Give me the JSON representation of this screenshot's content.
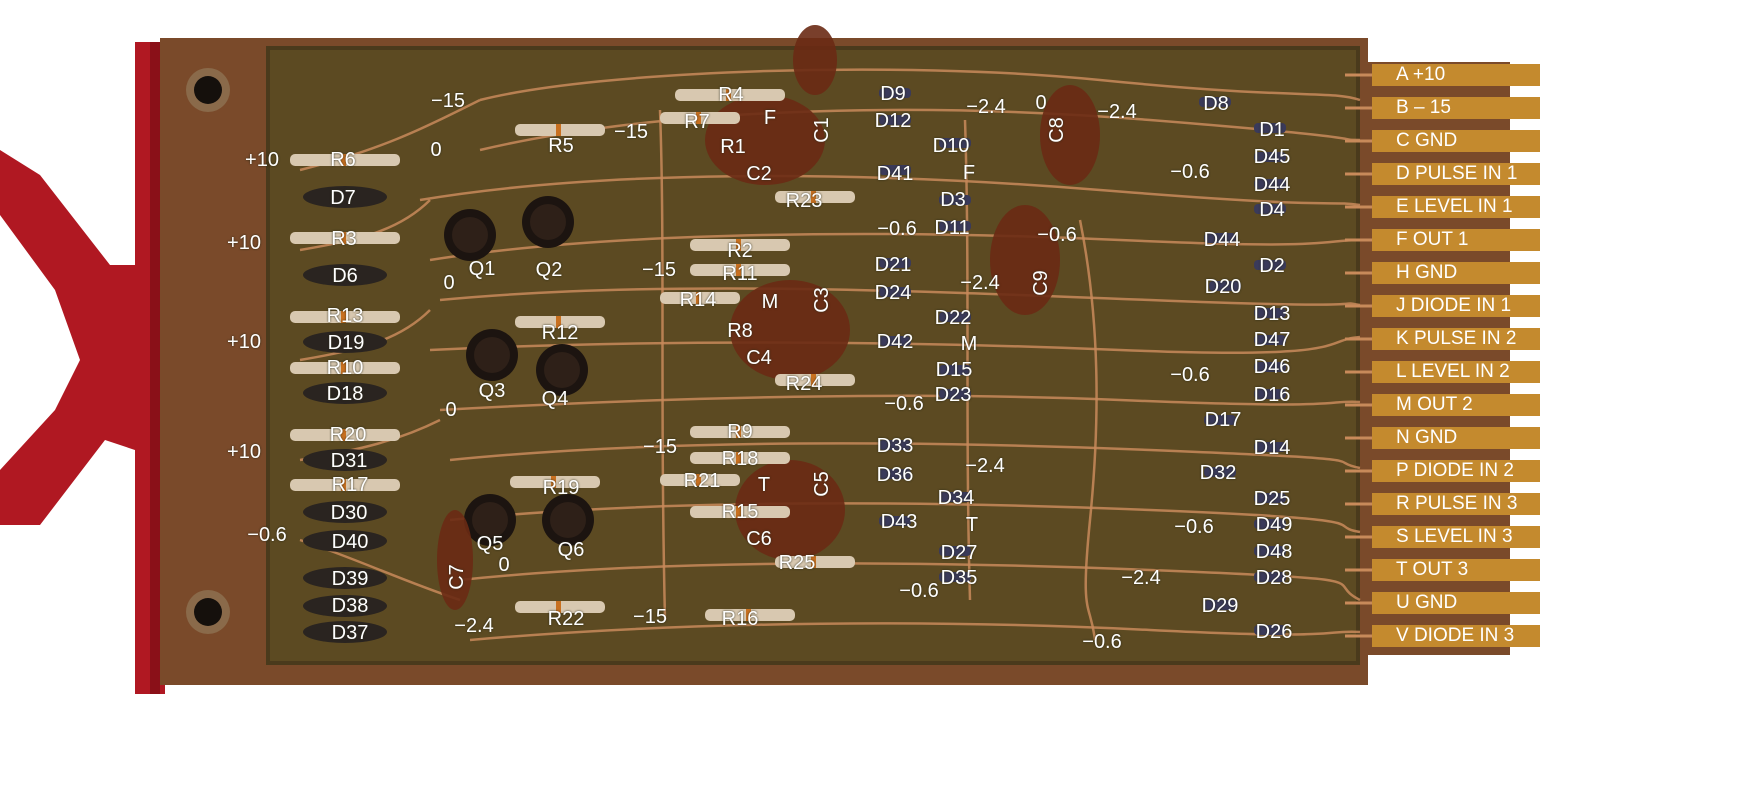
{
  "edge_connector": {
    "pins": [
      "A +10",
      "B – 15",
      "C  GND",
      "D  PULSE IN 1",
      "E  LEVEL IN 1",
      "F  OUT 1",
      "H  GND",
      "J  DIODE IN 1",
      "K  PULSE IN 2",
      "L  LEVEL IN 2",
      "M OUT 2",
      "N  GND",
      "P  DIODE IN 2",
      "R  PULSE IN 3",
      "S  LEVEL IN 3",
      "T  OUT 3",
      "U  GND",
      "V  DIODE IN 3"
    ]
  },
  "components": {
    "resistors": [
      "R1",
      "R2",
      "R3",
      "R4",
      "R5",
      "R6",
      "R7",
      "R8",
      "R9",
      "R10",
      "R11",
      "R12",
      "R13",
      "R14",
      "R15",
      "R16",
      "R17",
      "R18",
      "R19",
      "R20",
      "R21",
      "R22",
      "R23",
      "R24",
      "R25"
    ],
    "diodes": [
      "D1",
      "D2",
      "D3",
      "D4",
      "D6",
      "D7",
      "D8",
      "D9",
      "D10",
      "D11",
      "D12",
      "D13",
      "D14",
      "D15",
      "D16",
      "D17",
      "D18",
      "D19",
      "D20",
      "D21",
      "D22",
      "D23",
      "D24",
      "D25",
      "D26",
      "D27",
      "D28",
      "D29",
      "D30",
      "D31",
      "D32",
      "D33",
      "D34",
      "D35",
      "D36",
      "D37",
      "D38",
      "D39",
      "D40",
      "D41",
      "D42",
      "D43",
      "D44",
      "D45",
      "D46",
      "D47",
      "D48",
      "D49"
    ],
    "transistors": [
      "Q1",
      "Q2",
      "Q3",
      "Q4",
      "Q5",
      "Q6"
    ],
    "capacitors": [
      "C1",
      "C2",
      "C3",
      "C4",
      "C5",
      "C6",
      "C7",
      "C8",
      "C9"
    ]
  },
  "net_labels": {
    "plus10": "+10",
    "minus15": "−15",
    "zero": "0",
    "minus2_4": "−2.4",
    "minus0_6": "−0.6",
    "F": "F",
    "M": "M",
    "T": "T"
  },
  "colors": {
    "board": "#5c4a22",
    "board_dark": "#4a3a1c",
    "edge_strip": "#7a4a2a",
    "trace": "#c88a5a",
    "finger": "#c48a2e",
    "handle": "#b01822",
    "handle_dark": "#8a1018",
    "component_dark": "#2a2420",
    "capacitor": "#6a2a14",
    "label": "#ffffff"
  }
}
